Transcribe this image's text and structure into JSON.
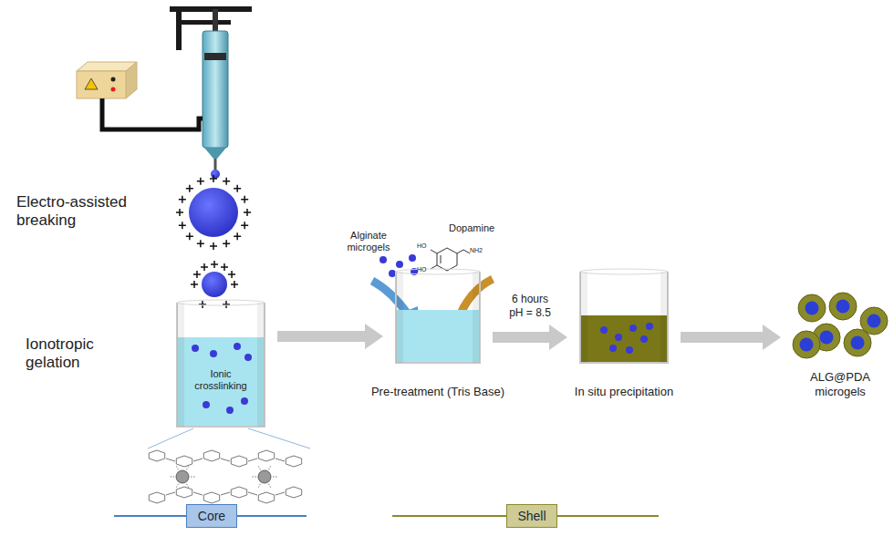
{
  "diagram": {
    "nodes": [
      {
        "text": [
          "Ionic crosslinking"
        ]
      },
      {
        "text": [
          "Pre-treatment (Tris Base)"
        ]
      },
      {
        "text": [
          "In situ precipitation"
        ]
      },
      {
        "text": [
          "ALG@PDA microgels"
        ]
      },
      {
        "text": [
          "Core"
        ]
      },
      {
        "text": [
          "Shell"
        ]
      }
    ],
    "edges": [
      {
        "from": 0,
        "to": 1,
        "arrow": "to"
      },
      {
        "from": 1,
        "to": 2,
        "label": "6 hours pH = 8.5",
        "arrow": "to"
      },
      {
        "from": 2,
        "to": 3,
        "arrow": "to"
      }
    ],
    "labels": [
      "Electro-assisted breaking",
      "Ionotropic gelation",
      "Alginate microgels",
      "Dopamine",
      "HO",
      "HO",
      "NH2"
    ]
  }
}
